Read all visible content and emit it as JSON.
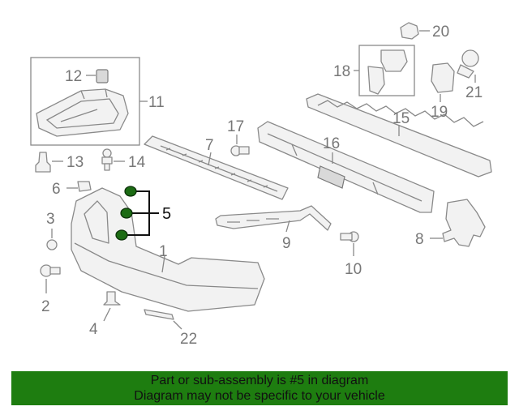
{
  "callouts": {
    "c1": "1",
    "c2": "2",
    "c3": "3",
    "c4": "4",
    "c5": "5",
    "c6": "6",
    "c7": "7",
    "c8": "8",
    "c9": "9",
    "c10": "10",
    "c11": "11",
    "c12": "12",
    "c13": "13",
    "c14": "14",
    "c15": "15",
    "c16": "16",
    "c17": "17",
    "c18": "18",
    "c19": "19",
    "c20": "20",
    "c21": "21",
    "c22": "22"
  },
  "highlighted_part": "5",
  "notice": {
    "line1": "Part or sub-assembly is #5 in diagram",
    "line2": "Diagram may not be specific to your vehicle"
  },
  "colors": {
    "banner_bg": "#1e7d10",
    "highlight": "#1c6b14",
    "line_art": "#8a8a8a"
  }
}
